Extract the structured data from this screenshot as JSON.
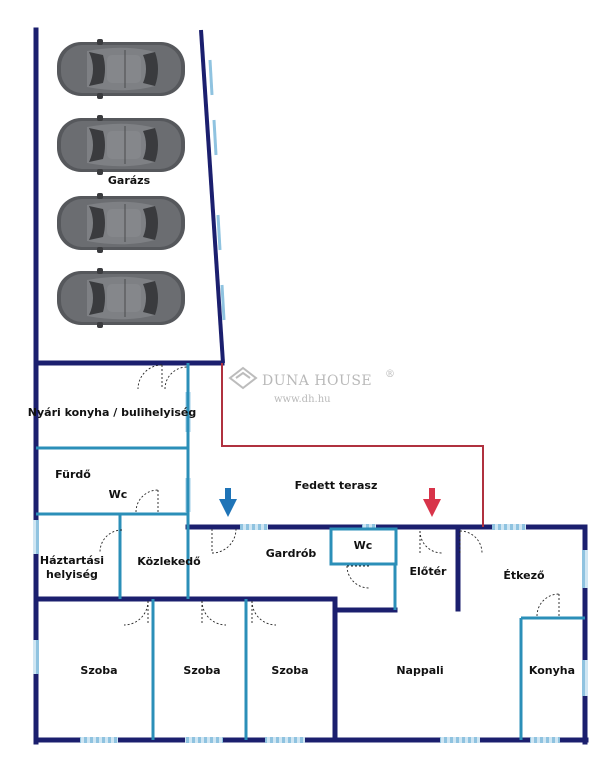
{
  "watermark": {
    "brand": "DUNA HOUSE",
    "reg": "®",
    "url": "www.dh.hu"
  },
  "rooms": {
    "garage": "Garázs",
    "summer_kitchen": "Nyári konyha / bulihelyiség",
    "bathroom": "Fürdő",
    "wc_left": "Wc",
    "covered_terrace": "Fedett terasz",
    "utility_line1": "Háztartási",
    "utility_line2": "helyiség",
    "corridor": "Közlekedő",
    "wardrobe": "Gardrób",
    "wc_center": "Wc",
    "hall": "Előtér",
    "dining": "Étkező",
    "room1": "Szoba",
    "room2": "Szoba",
    "room3": "Szoba",
    "living": "Nappali",
    "kitchen": "Konyha"
  },
  "colors": {
    "outer_wall": "#1b1f6e",
    "inner_wall": "#2b8fb8",
    "window": "#a9d3ea",
    "terrace_line": "#b0313f",
    "entry_arrow_blue": "#1f74b7",
    "entry_arrow_red": "#d8344a",
    "car_body": "#5a5c60"
  },
  "icons": [
    "car-icon",
    "entry-arrow-icon",
    "door-swing-icon",
    "duna-house-logo-icon"
  ]
}
